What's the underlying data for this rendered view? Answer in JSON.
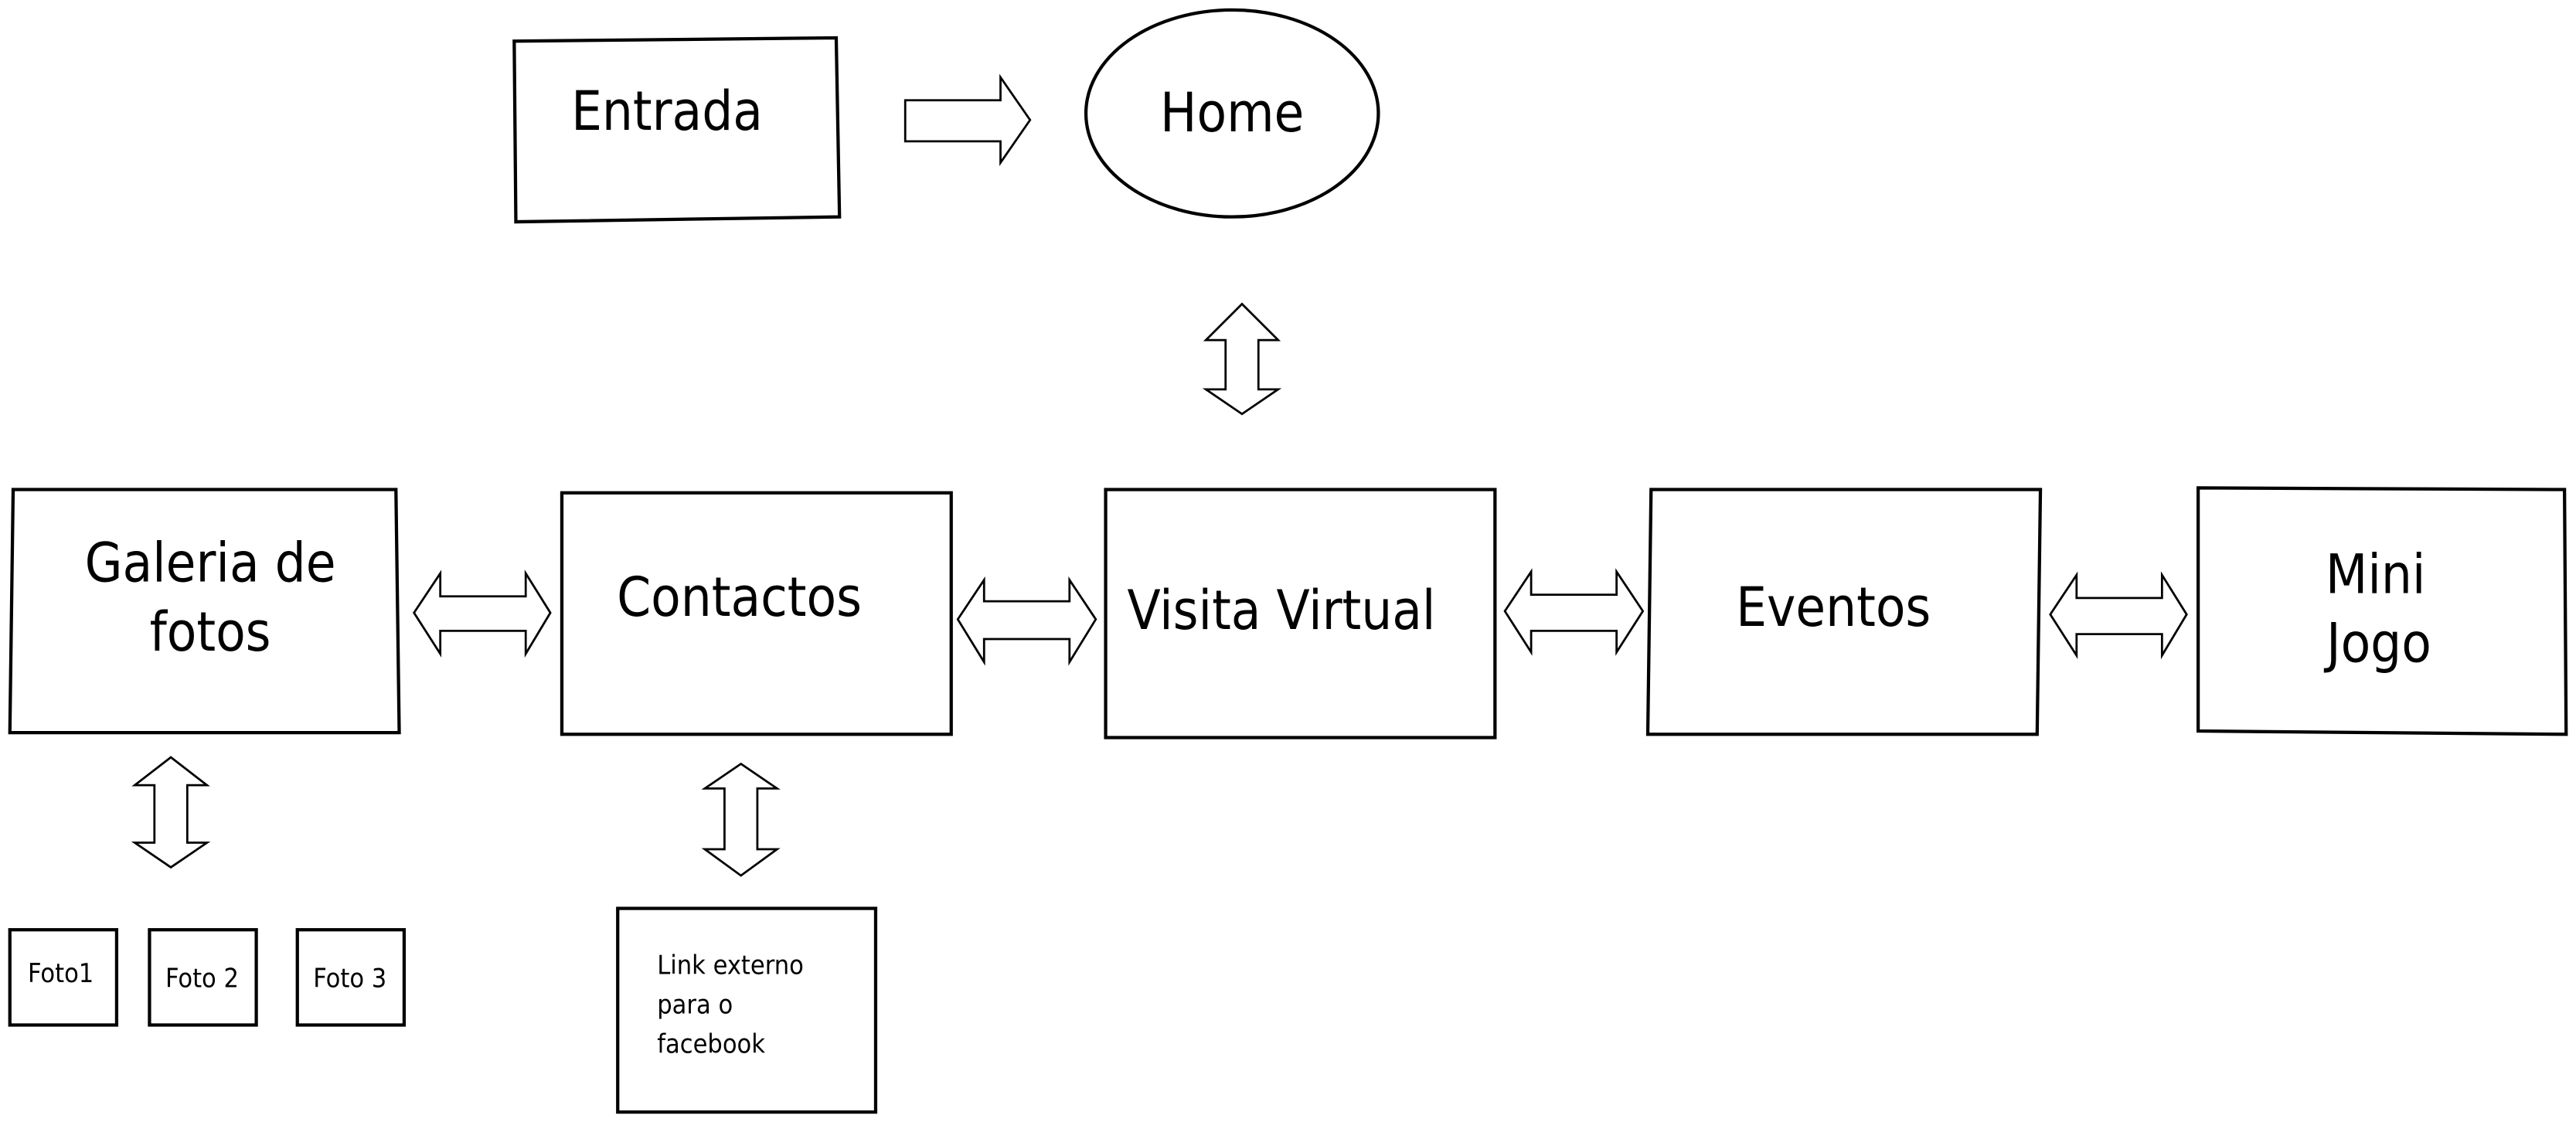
{
  "diagram": {
    "nodes": {
      "entrada": {
        "label": "Entrada"
      },
      "home": {
        "label": "Home"
      },
      "galeria": {
        "line1": "Galeria de",
        "line2": "fotos"
      },
      "contactos": {
        "label": "Contactos"
      },
      "visita": {
        "label": "Visita Virtual"
      },
      "eventos": {
        "label": "Eventos"
      },
      "minijogo": {
        "line1": "Mini",
        "line2": "Jogo"
      },
      "foto1": {
        "label": "Foto1"
      },
      "foto2": {
        "label": "Foto 2"
      },
      "foto3": {
        "label": "Foto 3"
      },
      "facebook": {
        "line1": "Link externo",
        "line2": "para o",
        "line3": "facebook"
      }
    },
    "edges": [
      {
        "from": "Entrada",
        "to": "Home",
        "type": "one-way"
      },
      {
        "from": "Home",
        "to": "Visita Virtual",
        "type": "two-way"
      },
      {
        "from": "Galeria de fotos",
        "to": "Contactos",
        "type": "two-way"
      },
      {
        "from": "Contactos",
        "to": "Visita Virtual",
        "type": "two-way"
      },
      {
        "from": "Visita Virtual",
        "to": "Eventos",
        "type": "two-way"
      },
      {
        "from": "Eventos",
        "to": "Mini Jogo",
        "type": "two-way"
      },
      {
        "from": "Galeria de fotos",
        "to": "Foto1/Foto 2/Foto 3",
        "type": "two-way"
      },
      {
        "from": "Contactos",
        "to": "Link externo para o facebook",
        "type": "two-way"
      }
    ]
  }
}
